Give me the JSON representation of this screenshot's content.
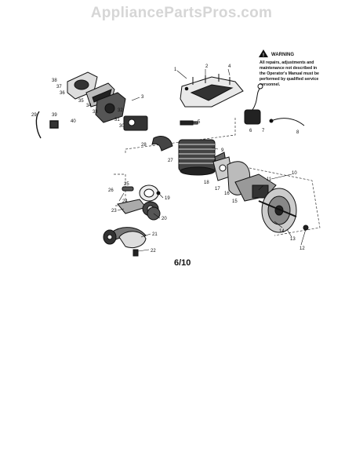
{
  "watermark": "AppliancePartsPros.com",
  "warning": {
    "title": "WARNING",
    "lines": [
      "All repairs, adjustments and",
      "maintenance not described in",
      "the Operator's Manual must be",
      "performed by qualified service",
      "personnel."
    ]
  },
  "page_number": "6/10",
  "callouts": [
    "1",
    "2",
    "3",
    "4",
    "5",
    "6",
    "7",
    "8",
    "9",
    "10",
    "11",
    "12",
    "13",
    "14",
    "15",
    "16",
    "17",
    "18",
    "19",
    "20",
    "21",
    "22",
    "23",
    "24",
    "25",
    "26",
    "27",
    "28",
    "29",
    "30",
    "31",
    "32",
    "33",
    "34",
    "35",
    "36",
    "37",
    "38",
    "39",
    "40"
  ]
}
